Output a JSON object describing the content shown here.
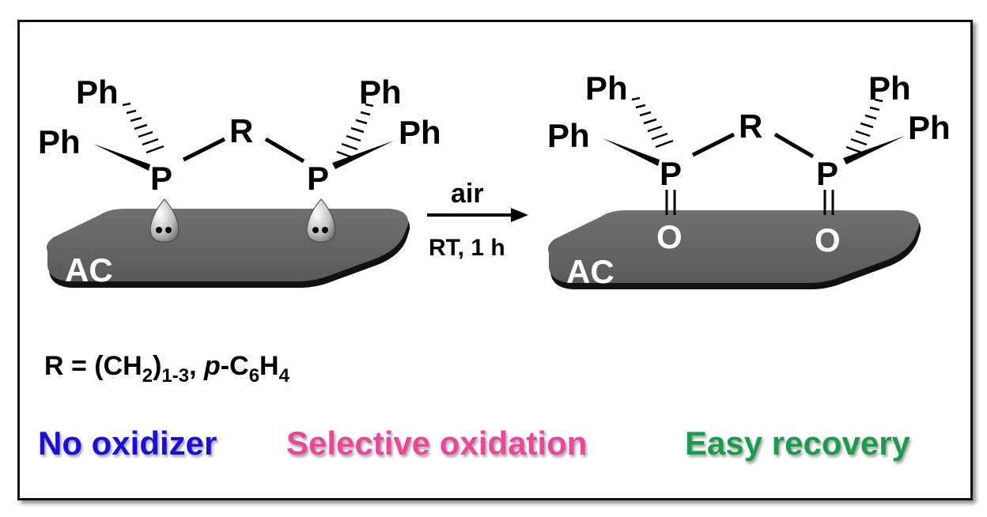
{
  "reactant": {
    "ph_labels": [
      "Ph",
      "Ph",
      "Ph",
      "Ph"
    ],
    "r_label": "R",
    "p_labels": [
      "P",
      "P"
    ],
    "support_label": "AC"
  },
  "arrow": {
    "top_label": "air",
    "bottom_label": "RT, 1 h"
  },
  "product": {
    "ph_labels": [
      "Ph",
      "Ph",
      "Ph",
      "Ph"
    ],
    "r_label": "R",
    "p_labels": [
      "P",
      "P"
    ],
    "o_labels": [
      "O",
      "O"
    ],
    "support_label": "AC"
  },
  "definition": {
    "prefix": "R = (CH",
    "sub1": "2",
    "paren": ")",
    "sub2": "1-3",
    "sep": ", ",
    "italic": "p",
    "c_part": "-C",
    "sub3": "6",
    "h_part": "H",
    "sub4": "4"
  },
  "features": [
    {
      "label": "No oxidizer",
      "color": "#1a10d8"
    },
    {
      "label": "Selective oxidation",
      "color": "#e8479a"
    },
    {
      "label": "Easy recovery",
      "color": "#1f9a4e"
    }
  ]
}
